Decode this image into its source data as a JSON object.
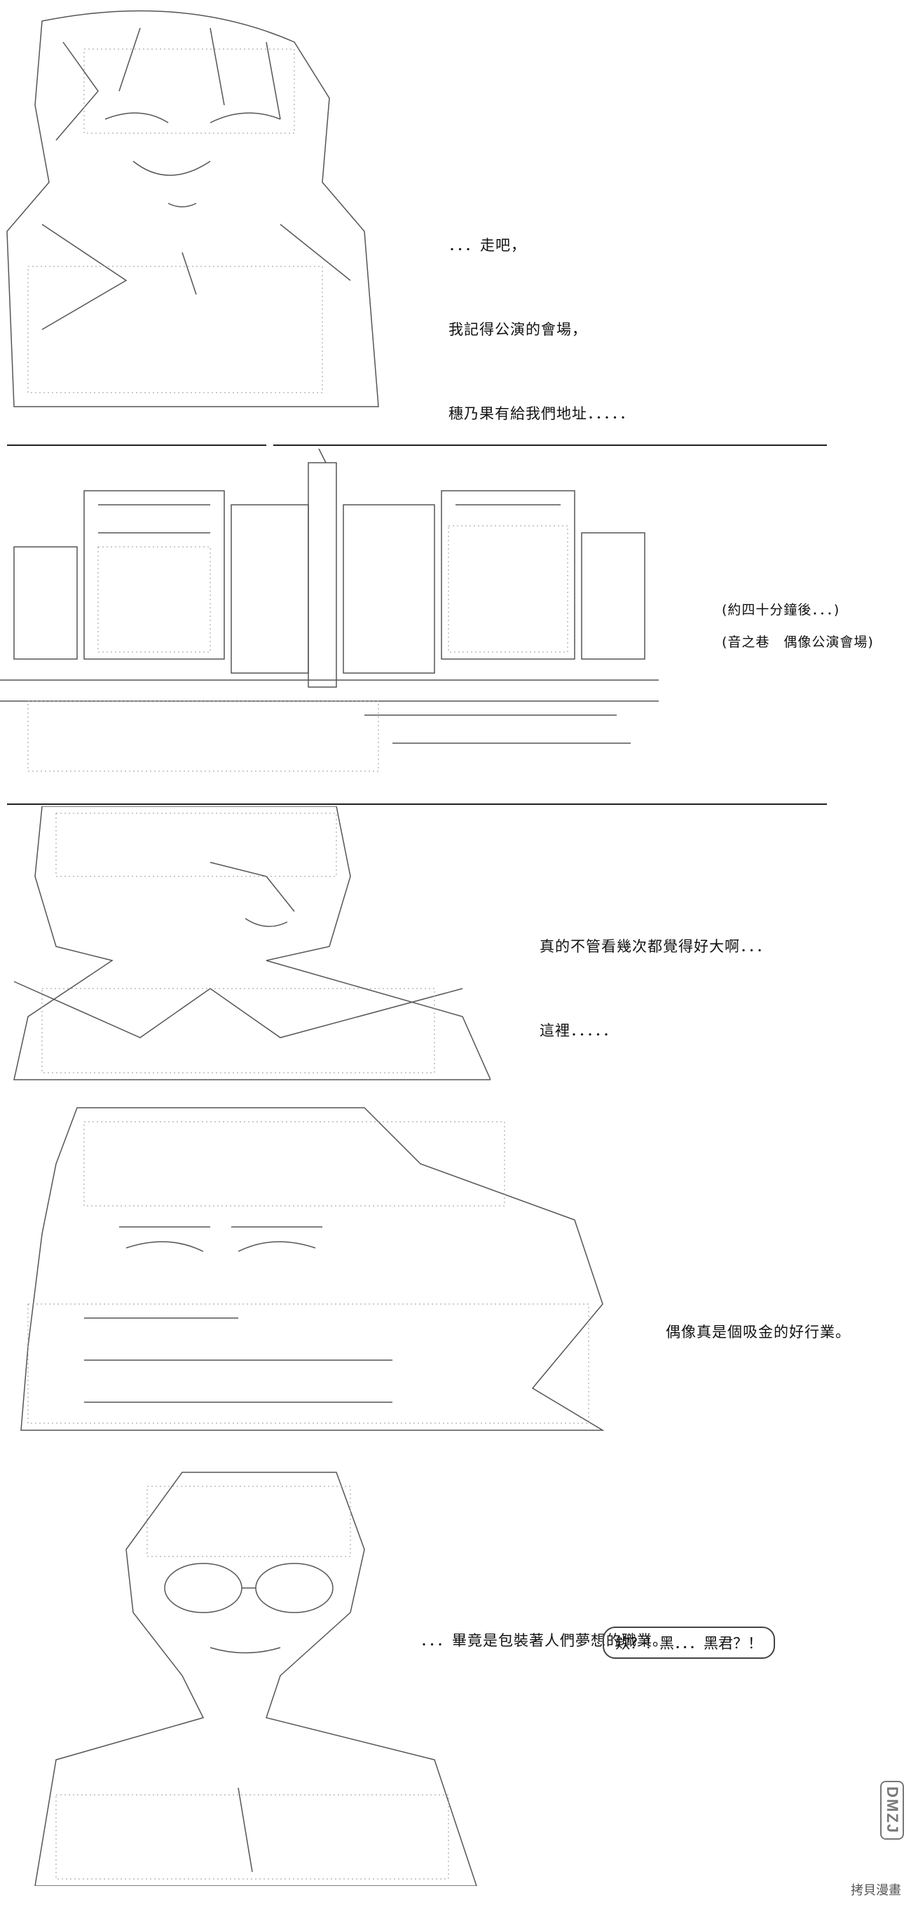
{
  "panel1": {
    "lines": [
      "．．．走吧，",
      "我記得公演的會場，",
      "穗乃果有給我們地址．．．．．"
    ]
  },
  "panel2": {
    "caption_time": "(約四十分鐘後．．．)",
    "caption_place": "(音之巷　偶像公演會場)"
  },
  "panel3": {
    "lines": [
      "真的不管看幾次都覺得好大啊．．．",
      "這裡．．．．．"
    ]
  },
  "panel4": {
    "lines": [
      "偶像真是個吸金的好行業。"
    ]
  },
  "panel5": {
    "lines": [
      "．．．畢竟是包裝著人們夢想的職業。"
    ],
    "bubble": "欸？！黑．．．黑君？！"
  },
  "footer": {
    "logo": "DMZJ",
    "watermark": "拷貝漫畫"
  }
}
